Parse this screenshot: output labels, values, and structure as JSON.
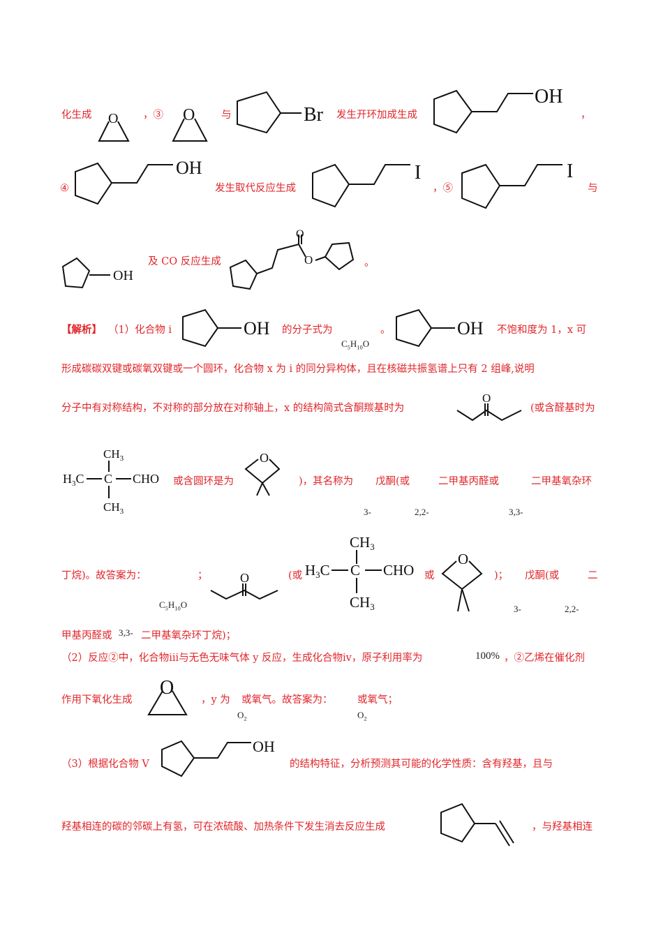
{
  "doc": {
    "line1": {
      "pre": "化生成",
      "sep": "，③",
      "with": "与",
      "reaction": "发生开环加成生成",
      "end": "，",
      "labels": {
        "epoxide_o": "O",
        "br": "Br",
        "oh": "OH"
      }
    },
    "line2": {
      "num": "④",
      "reaction": "发生取代反应生成",
      "sep": "，⑤",
      "with": "与",
      "labels": {
        "oh": "OH",
        "i": "I"
      }
    },
    "line3": {
      "reaction": "及 CO 反应生成",
      "end": "。",
      "labels": {
        "oh": "OH",
        "o": "O"
      }
    },
    "analysis": {
      "tag": "【解析】",
      "p1_a": "（1）化合物 i",
      "p1_b": "的分子式为",
      "formula": "C5H10O",
      "p1_c": "。",
      "p1_d": "不饱和度为 1，x 可",
      "p2": "形成碳碳双键或碳氧双键或一个圆环，化合物 x 为 i 的同分异构体，且在核磁共振氢谱上只有 2 组峰,说明",
      "p3_a": "分子中有对称结构，不对称的部分放在对称轴上，x 的结构简式含酮羰基时为",
      "p3_b": "(或含醛基时为",
      "p4_a": "或含圆环是为",
      "p4_b": ")，其名称为",
      "name1": "戊酮(或",
      "name2": "二甲基丙醛或",
      "name3": "二甲基氧杂环",
      "prefix1": "3-",
      "prefix2": "2,2-",
      "prefix3": "3,3-",
      "p5_a": "丁烷)。故答案为：",
      "p5_b": "；",
      "p5_c": "(或",
      "p5_d": "或",
      "p5_e": ")；",
      "p5_f": "戊酮(或",
      "p5_g": "二",
      "p6": "甲基丙醛或",
      "p6_prefix": "3,3-",
      "p6_b": "二甲基氧杂环丁烷)；",
      "labels": {
        "oh": "OH",
        "ch3": "CH3",
        "h3c": "H3C",
        "c": "C",
        "cho": "CHO",
        "o": "O"
      }
    },
    "part2": {
      "a": "（2）反应②中，化合物iii与无色无味气体 y 反应，生成化合物iv，原子利用率为",
      "pct": "100%",
      "b": "，②乙烯在催化剂",
      "c": "作用下氧化生成",
      "d": "，y 为",
      "o2": "O2",
      "e": "或氧气。故答案为：",
      "f": "或氧气；"
    },
    "part3": {
      "a": "（3）根据化合物 V",
      "b": "的结构特征，分析预测其可能的化学性质：含有羟基，且与",
      "c": "羟基相连的碳的邻碳上有氢，可在浓硫酸、加热条件下发生消去反应生成",
      "d": "，与羟基相连"
    },
    "colors": {
      "text": "#e0262b",
      "structure": "#111111"
    }
  }
}
